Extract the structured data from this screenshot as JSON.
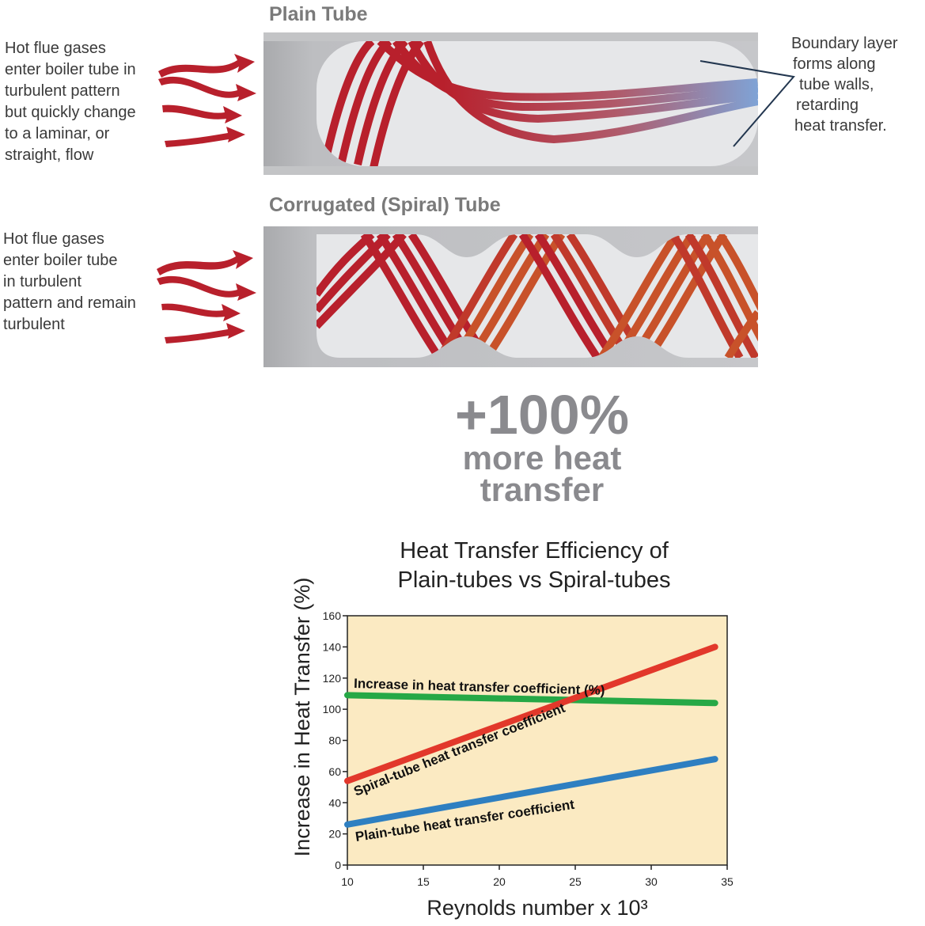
{
  "plain": {
    "title": "Plain Tube",
    "description": [
      "Hot flue gases",
      "enter boiler tube in",
      "turbulent pattern",
      "but quickly change",
      "to a laminar, or",
      "straight, flow"
    ],
    "callout": [
      "Boundary layer",
      "forms along",
      "tube walls,",
      "retarding",
      "heat transfer."
    ]
  },
  "spiral": {
    "title": "Corrugated (Spiral) Tube",
    "description": [
      "Hot flue gases",
      "enter boiler tube",
      "in turbulent",
      "pattern and remain",
      "turbulent"
    ]
  },
  "highlight": {
    "value": "+100%",
    "line1": "more heat",
    "line2": "transfer"
  },
  "colors": {
    "flow_red": "#b8202c",
    "flow_orange": "#c8522a",
    "tube_gray": "#b9babd",
    "chart_bg": "#fbeac2",
    "spiral_line": "#e2382b",
    "plain_line": "#2e7fc1",
    "increase_line": "#26a846"
  },
  "chart_data": {
    "type": "line",
    "title": [
      "Heat Transfer Efficiency of",
      "Plain-tubes vs Spiral-tubes"
    ],
    "xlabel": "Reynolds number x 10³",
    "ylabel": "Increase in Heat Transfer (%)",
    "xlim": [
      10,
      35
    ],
    "ylim": [
      0,
      160
    ],
    "xticks": [
      10,
      15,
      20,
      25,
      30,
      35
    ],
    "yticks": [
      0,
      20,
      40,
      60,
      80,
      100,
      120,
      140,
      160
    ],
    "series": [
      {
        "name": "Increase in heat transfer coefficient (%)",
        "x": [
          10,
          34.2
        ],
        "y": [
          109,
          104
        ]
      },
      {
        "name": "Spiral-tube heat transfer coefficient",
        "x": [
          10,
          34.2
        ],
        "y": [
          54,
          140
        ]
      },
      {
        "name": "Plain-tube heat transfer coefficient",
        "x": [
          10,
          34.2
        ],
        "y": [
          26,
          68
        ]
      }
    ]
  }
}
